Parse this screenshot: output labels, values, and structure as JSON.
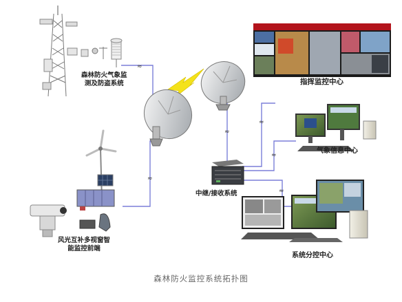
{
  "diagram": {
    "labels": {
      "weather_station": [
        "森林防火气象监",
        "测及防盗系统"
      ],
      "command_center": "指挥监控中心",
      "weather_info_center": "气象信息中心",
      "relay_system": "中继/接收系统",
      "front_end": [
        "风光互补多视窗智",
        "能监控前端"
      ],
      "branch_center": "系统分控中心"
    },
    "link_marks": "≈"
  },
  "caption": "森林防火监控系统拓扑图",
  "colors": {
    "link": "#7b7fd8",
    "bolt": "#f4e21a",
    "panel_red": "#b3141c",
    "screen_blue": "#1f4fa8"
  }
}
